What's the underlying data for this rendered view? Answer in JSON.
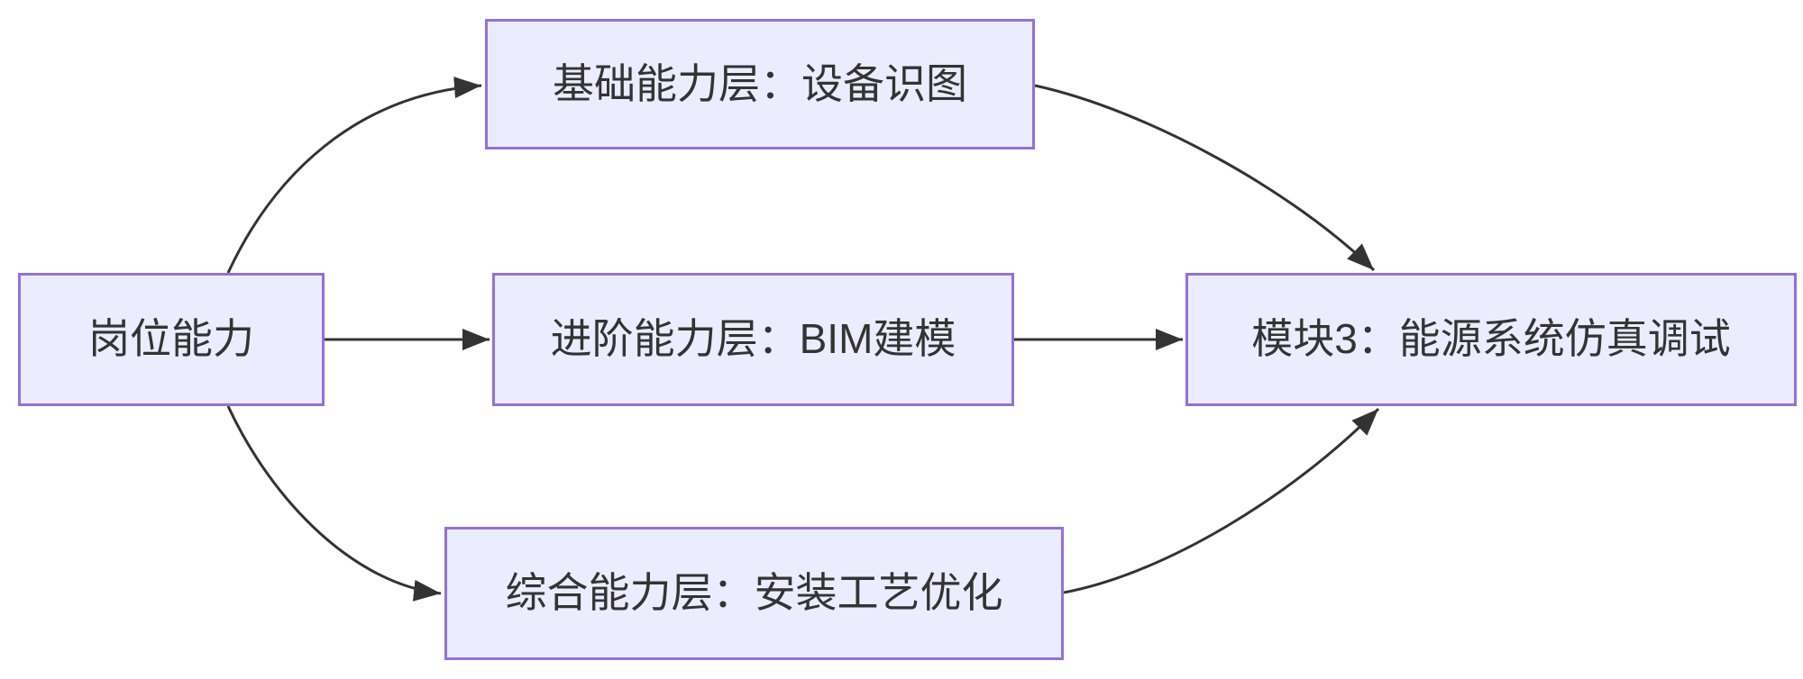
{
  "diagram": {
    "type": "flowchart-left-to-right",
    "colors": {
      "background": "#ffffff",
      "node_fill": "#ECECFF",
      "node_border": "#9370DB",
      "node_text": "#333333",
      "edge": "#333333"
    },
    "nodes": [
      {
        "id": "job",
        "label": "岗位能力"
      },
      {
        "id": "basic",
        "label": "基础能力层：设备识图"
      },
      {
        "id": "advanced",
        "label": "进阶能力层：BIM建模"
      },
      {
        "id": "comprehensive",
        "label": "综合能力层：安装工艺优化"
      },
      {
        "id": "module3",
        "label": "模块3：能源系统仿真调试"
      }
    ],
    "edges": [
      {
        "from": "job",
        "to": "basic"
      },
      {
        "from": "job",
        "to": "advanced"
      },
      {
        "from": "job",
        "to": "comprehensive"
      },
      {
        "from": "basic",
        "to": "module3"
      },
      {
        "from": "advanced",
        "to": "module3"
      },
      {
        "from": "comprehensive",
        "to": "module3"
      }
    ]
  }
}
